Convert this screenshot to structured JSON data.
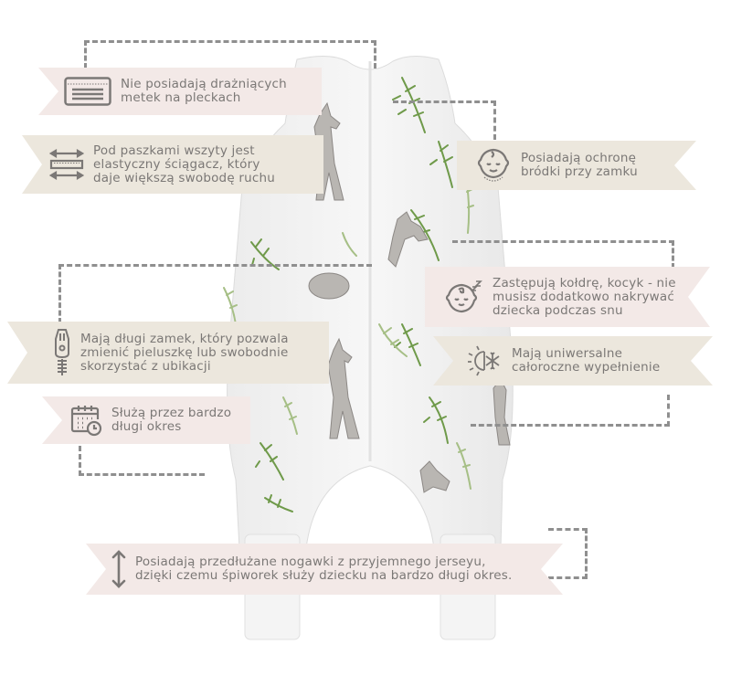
{
  "infographic": {
    "product": "sleeping-bag-with-legs",
    "pattern": "wolves-and-ferns",
    "colors": {
      "banner_pink": "#f3e9e7",
      "banner_beige": "#ece7dd",
      "text": "#7b7876",
      "dash": "#8f8f8f",
      "fern_green": "#6f9a4a",
      "wolf_gray": "#9a9a98"
    },
    "features": [
      {
        "id": "no-tags",
        "icon": "label-tag-icon",
        "text": "Nie posiadają drażniących\nmetek na pleckach",
        "style": "pink"
      },
      {
        "id": "elastic-shoulders",
        "icon": "stretch-arrows-icon",
        "text": "Pod paszkami wszyty jest\nelastyczny ściągacz, który\ndaje większą swobodę ruchu",
        "style": "beige"
      },
      {
        "id": "chin-protection",
        "icon": "baby-face-icon",
        "text": "Posiadają ochronę\nbródki przy zamku",
        "style": "beige"
      },
      {
        "id": "replaces-duvet",
        "icon": "sleeping-baby-icon",
        "text": "Zastępują kołdrę, kocyk - nie\nmusisz dodatkowo nakrywać\ndziecka podczas snu",
        "style": "pink"
      },
      {
        "id": "long-zipper",
        "icon": "zipper-icon",
        "text": "Mają długi zamek, który pozwala\nzmienić pieluszkę lub swobodnie\nskorzystać z ubikacji",
        "style": "beige"
      },
      {
        "id": "all-season",
        "icon": "sun-snowflake-icon",
        "text": "Mają uniwersalne\ncałoroczne wypełnienie",
        "style": "beige"
      },
      {
        "id": "long-use",
        "icon": "calendar-clock-icon",
        "text": "Służą przez bardzo\ndługi okres",
        "style": "pink"
      },
      {
        "id": "extended-legs",
        "icon": "vertical-arrows-icon",
        "text": "Posiadają przedłużane nogawki z przyjemnego jerseyu,\ndzięki czemu śpiworek służy dziecku na bardzo długi okres.",
        "style": "pink"
      }
    ]
  }
}
